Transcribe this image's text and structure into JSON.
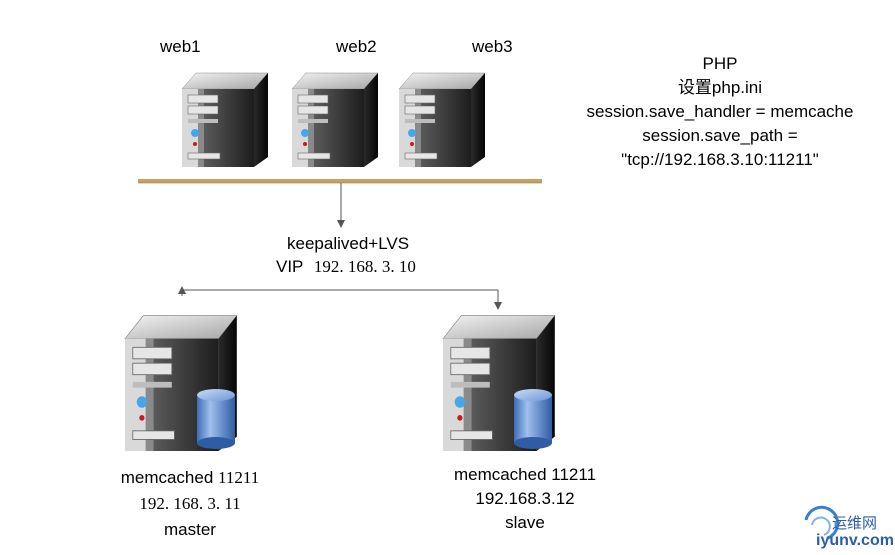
{
  "web_servers": [
    {
      "label": "web1"
    },
    {
      "label": "web2"
    },
    {
      "label": "web3"
    }
  ],
  "php_config": {
    "title": "PHP",
    "line1": "设置php.ini",
    "line2": "session.save_handler = memcache",
    "line3": "session.save_path =",
    "line4": "\"tcp://192.168.3.10:11211\""
  },
  "load_balancer": {
    "label": "keepalived+LVS",
    "vip_prefix": "VIP",
    "vip_address": "192. 168. 3. 10"
  },
  "memcached_master": {
    "line1_name": "memcached",
    "line1_port": "11211",
    "line2": "192. 168. 3. 11",
    "line3": "master"
  },
  "memcached_slave": {
    "line1": "memcached 11211",
    "line2": "192.168.3.12",
    "line3": "slave"
  },
  "watermark": {
    "name": "运维网",
    "url": "iyunv.com"
  },
  "colors": {
    "server_dark": "#1c1c1c",
    "server_light": "#9a9a9a",
    "network_bus": "#c8a064",
    "database": "#5a87c9",
    "arrow": "#555555"
  }
}
